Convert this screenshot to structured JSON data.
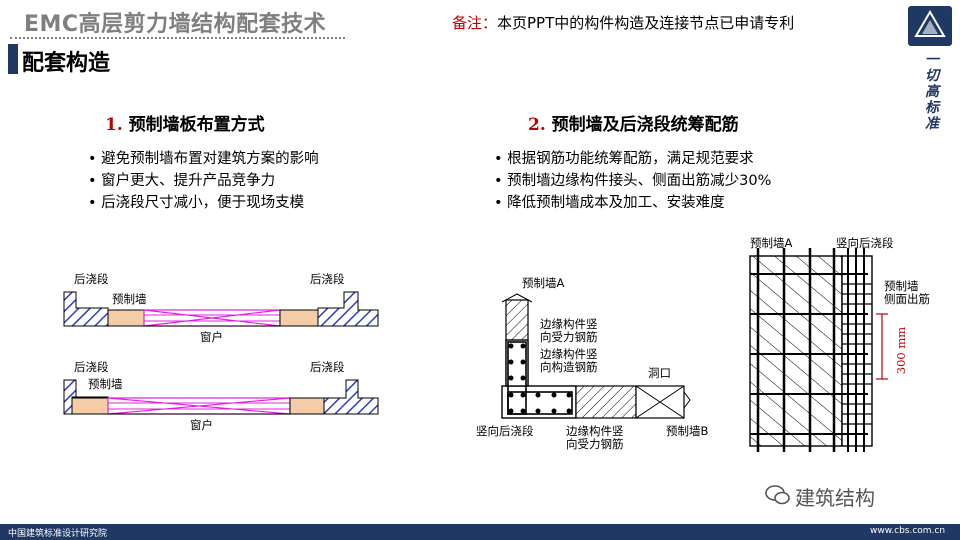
{
  "header": {
    "title": "EMC高层剪力墙结构配套技术",
    "note_label": "备注：",
    "note_text": "本页PPT中的构件构造及连接节点已申请专利",
    "section_title": "配套构造",
    "logo_text": "一切高标准"
  },
  "left": {
    "num": "1.",
    "title": "预制墙板布置方式",
    "bullets": [
      "避免预制墙布置对建筑方案的影响",
      "窗户更大、提升产品竞争力",
      "后浇段尺寸减小，便于现场支模"
    ],
    "diagram": {
      "top": {
        "post_cast_left": "后浇段",
        "post_cast_right": "后浇段",
        "precast_wall": "预制墙",
        "window": "窗户"
      },
      "bottom": {
        "post_cast_left": "后浇段",
        "post_cast_right": "后浇段",
        "precast_wall": "预制墙",
        "window": "窗户"
      }
    }
  },
  "right": {
    "num": "2.",
    "title": "预制墙及后浇段统筹配筋",
    "bullets": [
      "根据钢筋功能统筹配筋，满足规范要求",
      "预制墙边缘构件接头、侧面出筋减少30%",
      "降低预制墙成本及加工、安装难度"
    ],
    "plan": {
      "precast_a": "预制墙A",
      "edge_vertical_main_1": "边缘构件竖",
      "edge_vertical_main_2": "向受力钢筋",
      "edge_vertical_const_1": "边缘构件竖",
      "edge_vertical_const_2": "向构造钢筋",
      "opening": "洞口",
      "vertical_post_cast": "竖向后浇段",
      "edge_vertical_bottom_1": "边缘构件竖",
      "edge_vertical_bottom_2": "向受力钢筋",
      "precast_b": "预制墙B"
    },
    "elevation": {
      "precast_a": "预制墙A",
      "vertical_post_cast": "竖向后浇段",
      "side_rebar_1": "预制墙",
      "side_rebar_2": "侧面出筋",
      "dimension": "300 mm"
    }
  },
  "footer": {
    "org": "中国建筑标准设计研究院",
    "url": "www.cbs.com.cn",
    "watermark": "建筑结构"
  },
  "colors": {
    "navy": "#1f3864",
    "accent_red": "#c00000",
    "hatch_blue": "#2e3fbf",
    "precast_fill": "#f4cca8",
    "window_magenta": "#e020e0"
  }
}
